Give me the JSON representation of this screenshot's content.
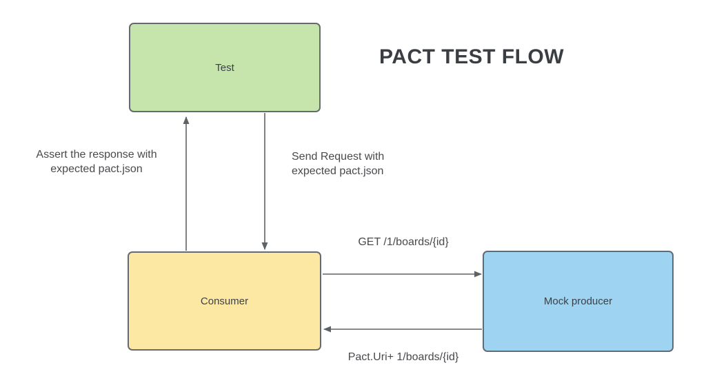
{
  "title": "PACT TEST FLOW",
  "nodes": {
    "test": {
      "label": "Test",
      "fill": "#c6e5ad"
    },
    "consumer": {
      "label": "Consumer",
      "fill": "#fce8a3"
    },
    "mock_producer": {
      "label": "Mock producer",
      "fill": "#9ed3f2"
    }
  },
  "edges": {
    "assert": {
      "from": "Consumer",
      "to": "Test",
      "line1": "Assert the response with",
      "line2": "expected pact.json"
    },
    "send_request": {
      "from": "Test",
      "to": "Consumer",
      "line1": "Send Request with",
      "line2": "expected pact.json"
    },
    "get_boards": {
      "from": "Consumer",
      "to": "Mock producer",
      "label": "GET /1/boards/{id}"
    },
    "pact_uri": {
      "from": "Mock producer",
      "to": "Consumer",
      "label": "Pact.Uri+ 1/boards/{id}"
    }
  },
  "colors": {
    "background": "#ffffff",
    "node_border": "#646a6e",
    "arrow": "#5d6266",
    "title_text": "#3a3d41",
    "label_text": "#47494c",
    "node_text": "#3c4045"
  }
}
